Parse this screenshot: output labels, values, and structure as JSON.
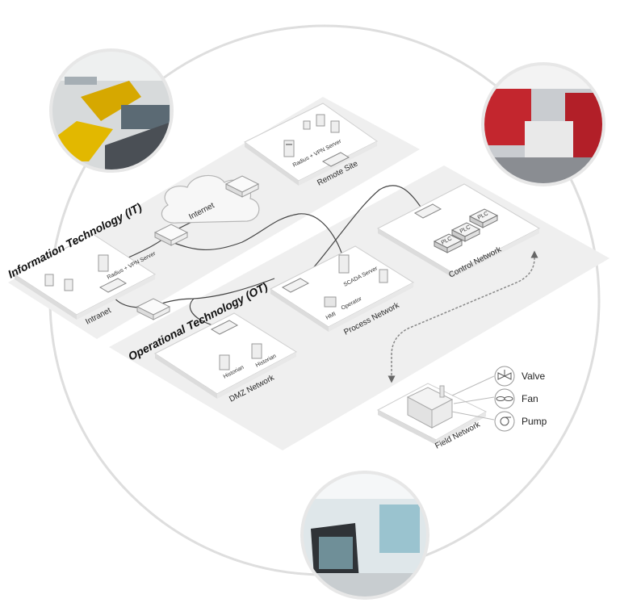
{
  "zones": {
    "it_title": "Information Technology (IT)",
    "ot_title": "Operational Technology (OT)"
  },
  "networks": {
    "internet": "Internet",
    "remote_site": "Remote Site",
    "intranet": "Intranet",
    "control": "Control Network",
    "process": "Process Network",
    "dmz": "DMZ Network",
    "field": "Field Network"
  },
  "devices": {
    "radius_vpn_remote": "Radius + VPN Server",
    "radius_vpn_intranet": "Radius + VPN Server",
    "scada_server": "SCADA Server",
    "hmi": "HMI",
    "operator": "Operator",
    "historian_1": "Historian",
    "historian_2": "Historian",
    "plc_1": "PLC",
    "plc_2": "PLC",
    "plc_3": "PLC"
  },
  "field_devices": [
    {
      "label": "Valve",
      "icon": "valve-icon"
    },
    {
      "label": "Fan",
      "icon": "fan-icon"
    },
    {
      "label": "Pump",
      "icon": "pump-icon"
    }
  ],
  "colors": {
    "ring": "#dedede",
    "band": "#efefef",
    "platform": "#ffffff",
    "platform_edge": "#cfcfcf",
    "link": "#444444"
  }
}
